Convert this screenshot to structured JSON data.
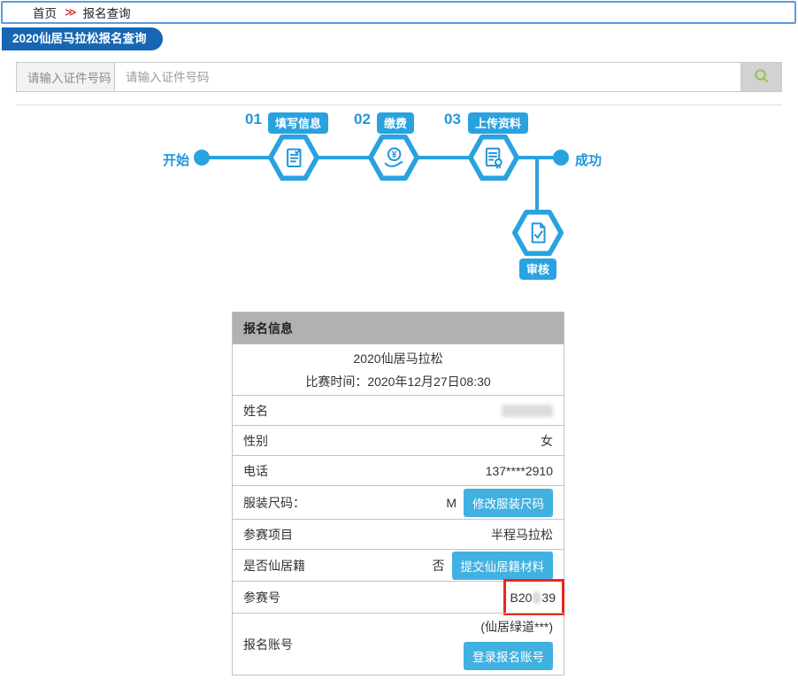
{
  "colors": {
    "accent_blue": "#29a2e0",
    "tab_blue": "#1766b4",
    "border_blue": "#5b9ce4",
    "button_blue": "#41b1e1",
    "highlight_red": "#e8281e",
    "search_green": "#9ec25c",
    "header_gray": "#b1b1b1"
  },
  "breadcrumb": {
    "home": "首页",
    "separator": "≫",
    "current": "报名查询"
  },
  "tab": {
    "label": "2020仙居马拉松报名查询"
  },
  "search": {
    "label": "请输入证件号码",
    "placeholder": "请输入证件号码",
    "button_icon": "search-icon"
  },
  "steps": {
    "start_label": "开始",
    "end_label": "成功",
    "items": [
      {
        "number": "01",
        "label": "填写信息",
        "icon": "form-icon"
      },
      {
        "number": "02",
        "label": "缴费",
        "icon": "payment-icon"
      },
      {
        "number": "03",
        "label": "上传资料",
        "icon": "upload-docs-icon"
      }
    ],
    "branch": {
      "label": "审核",
      "icon": "review-check-icon"
    }
  },
  "info_table": {
    "header": "报名信息",
    "event_name": "2020仙居马拉松",
    "event_time": "比赛时间：2020年12月27日08:30",
    "rows": [
      {
        "label": "姓名",
        "value": "",
        "redacted": true
      },
      {
        "label": "性别",
        "value": "女"
      },
      {
        "label": "电话",
        "value": "137****2910"
      },
      {
        "label": "服装尺码：",
        "value": "M",
        "button": "修改服装尺码"
      },
      {
        "label": "参赛项目",
        "value": "半程马拉松"
      },
      {
        "label": "是否仙居籍",
        "value": "否",
        "button": "提交仙居籍材料"
      },
      {
        "label": "参赛号",
        "value_prefix": "B20",
        "value_suffix": "39",
        "redacted_middle": true,
        "highlighted": true
      },
      {
        "label": "报名账号",
        "value": "(仙居绿道***)",
        "button": "登录报名账号"
      }
    ]
  }
}
